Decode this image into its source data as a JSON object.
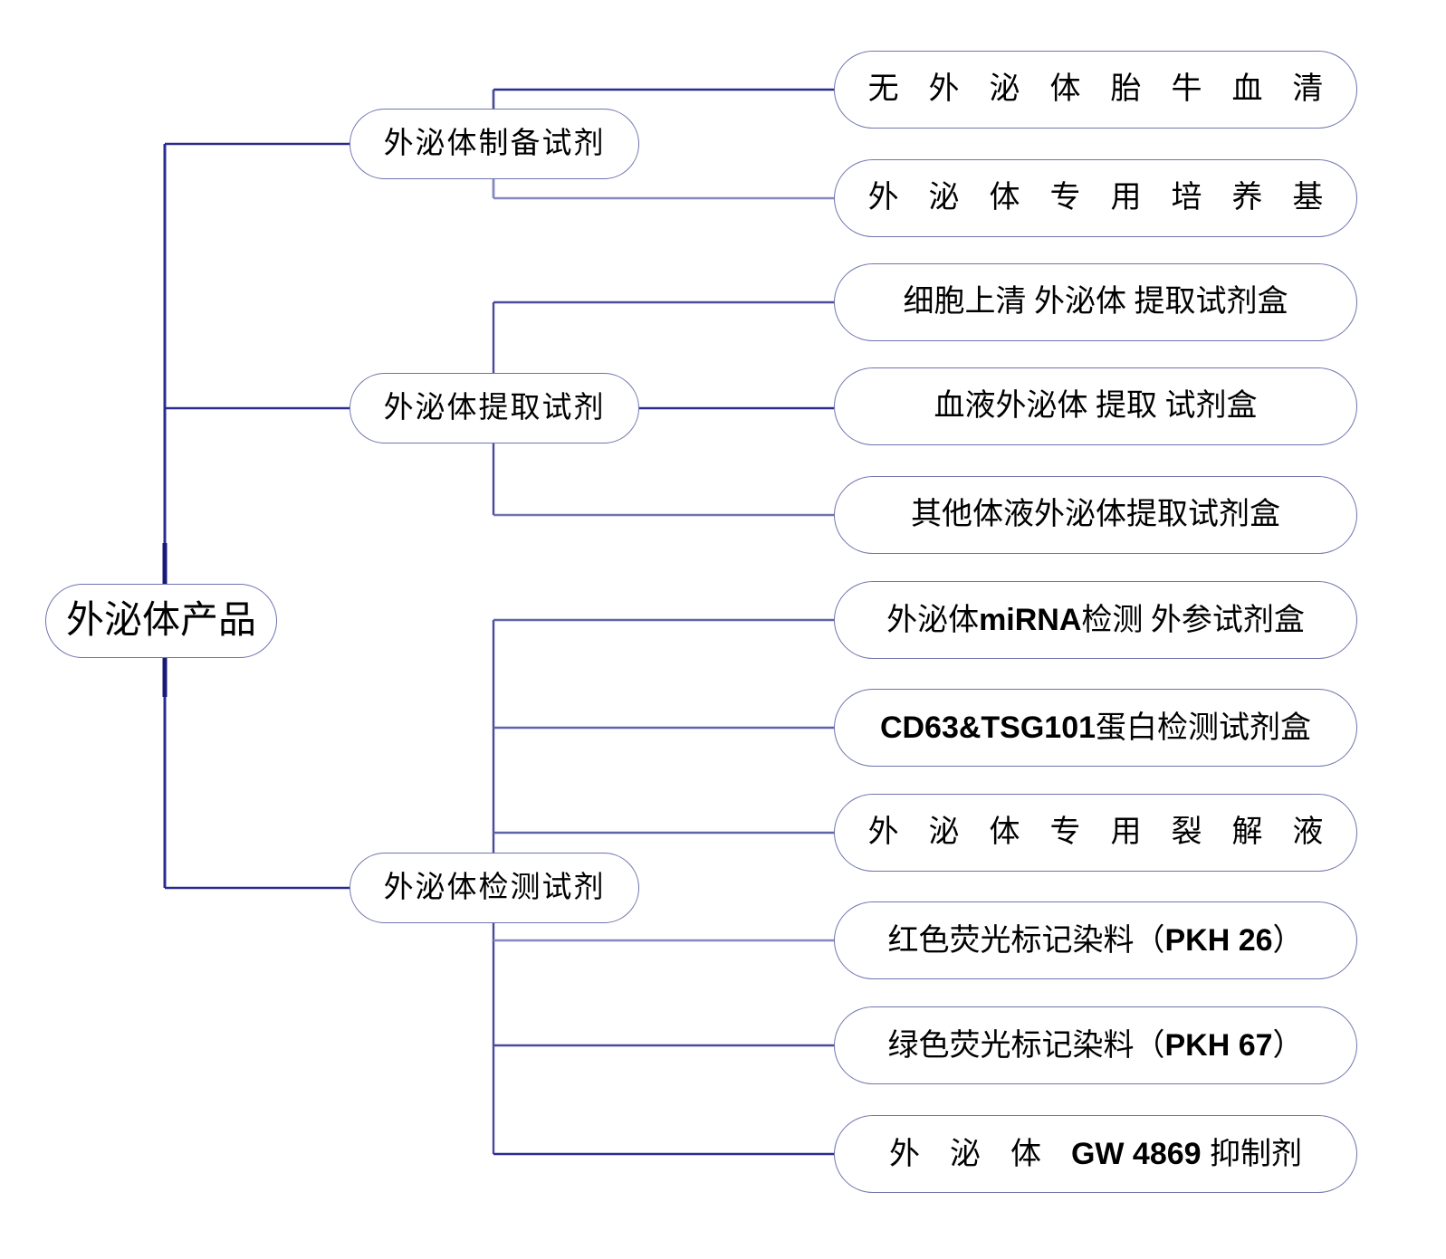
{
  "diagram": {
    "type": "tree-mindmap",
    "orientation": "left-to-right",
    "root": {
      "label": "外泌体产品"
    },
    "colors": {
      "node_border": "#6f74ae",
      "trunk_line": "#1f1f7a",
      "branch_line": "#6f74ae",
      "text": "#000000",
      "background": "#ffffff"
    },
    "categories": [
      {
        "label": "外泌体制备试剂",
        "items": [
          {
            "text": "无 外 泌 体 胎 牛 血 清",
            "style": "spaced"
          },
          {
            "text": "外 泌 体 专 用 培 养 基",
            "style": "spaced"
          }
        ]
      },
      {
        "label": "外泌体提取试剂",
        "items": [
          {
            "text": "细胞上清 外泌体 提取试剂盒",
            "style": "normal"
          },
          {
            "text": "血液外泌体  提取  试剂盒",
            "style": "normal"
          },
          {
            "text": "其他体液外泌体提取试剂盒",
            "style": "normal"
          }
        ]
      },
      {
        "label": "外泌体检测试剂",
        "items": [
          {
            "text": "外泌体miRNA检测  外参试剂盒",
            "style": "mixed",
            "latin": "miRNA"
          },
          {
            "text": "CD63&TSG101蛋白检测试剂盒",
            "style": "mixed",
            "latin": "CD63&TSG101"
          },
          {
            "text": "外 泌 体 专 用 裂 解 液",
            "style": "spaced"
          },
          {
            "text": "红色荧光标记染料（PKH 26）",
            "style": "mixed",
            "latin": "PKH 26"
          },
          {
            "text": "绿色荧光标记染料（PKH 67）",
            "style": "mixed",
            "latin": "PKH 67"
          },
          {
            "text": "外 泌 体  GW 4869 抑制剂",
            "style": "mixed",
            "latin": "GW 4869"
          }
        ]
      }
    ],
    "leaf_parts": {
      "mirna": {
        "pre": "外泌体",
        "latin": "miRNA",
        "post": "检测  外参试剂盒"
      },
      "cd63": {
        "pre": "",
        "latin": "CD63&TSG101",
        "post": "蛋白检测试剂盒"
      },
      "pkh26": {
        "pre": "红色荧光标记染料（",
        "latin": "PKH 26",
        "post": "）"
      },
      "pkh67": {
        "pre": "绿色荧光标记染料（",
        "latin": "PKH 67",
        "post": "）"
      },
      "gw": {
        "pre": "外 泌 体 ",
        "latin": " GW 4869 ",
        "post": " 抑制剂"
      }
    }
  }
}
